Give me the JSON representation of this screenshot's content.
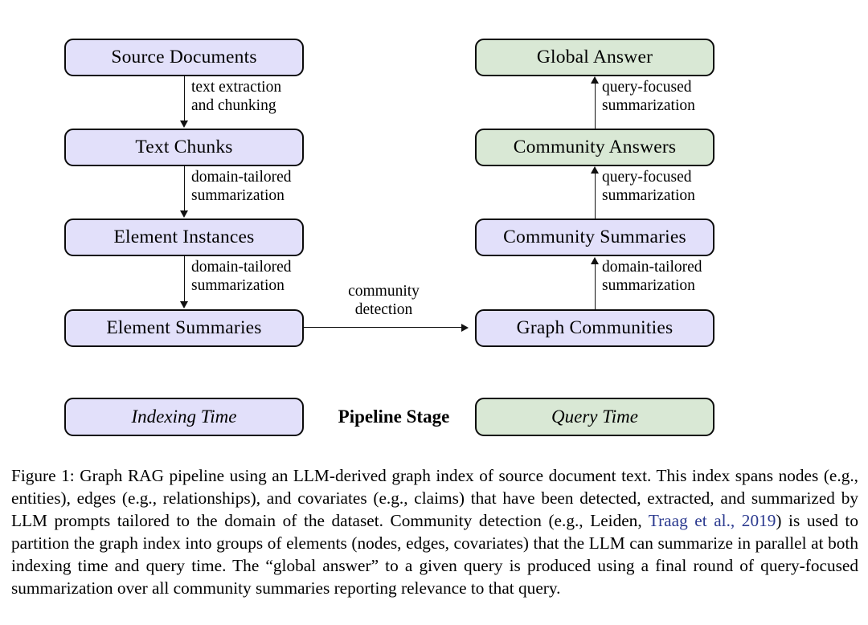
{
  "figure": {
    "indexing_nodes": [
      {
        "id": "source-documents",
        "label": "Source Documents",
        "column": "left",
        "row": 0
      },
      {
        "id": "text-chunks",
        "label": "Text Chunks",
        "column": "left",
        "row": 1
      },
      {
        "id": "element-instances",
        "label": "Element Instances",
        "column": "left",
        "row": 2
      },
      {
        "id": "element-summaries",
        "label": "Element Summaries",
        "column": "left",
        "row": 3
      },
      {
        "id": "community-summaries",
        "label": "Community Summaries",
        "column": "right",
        "row": 2
      },
      {
        "id": "graph-communities",
        "label": "Graph Communities",
        "column": "right",
        "row": 3
      }
    ],
    "query_nodes": [
      {
        "id": "global-answer",
        "label": "Global Answer",
        "column": "right",
        "row": 0
      },
      {
        "id": "community-answers",
        "label": "Community Answers",
        "column": "right",
        "row": 1
      }
    ],
    "edges": [
      {
        "id": "source-to-chunks",
        "from": "source-documents",
        "to": "text-chunks",
        "direction": "down",
        "label_line1": "text extraction",
        "label_line2": "and chunking"
      },
      {
        "id": "chunks-to-instances",
        "from": "text-chunks",
        "to": "element-instances",
        "direction": "down",
        "label_line1": "domain-tailored",
        "label_line2": "summarization"
      },
      {
        "id": "instances-to-summaries",
        "from": "element-instances",
        "to": "element-summaries",
        "direction": "down",
        "label_line1": "domain-tailored",
        "label_line2": "summarization"
      },
      {
        "id": "summaries-to-communities",
        "from": "element-summaries",
        "to": "graph-communities",
        "direction": "right",
        "label_line1": "community",
        "label_line2": "detection"
      },
      {
        "id": "communities-to-community-summaries",
        "from": "graph-communities",
        "to": "community-summaries",
        "direction": "up",
        "label_line1": "domain-tailored",
        "label_line2": "summarization"
      },
      {
        "id": "community-summaries-to-answers",
        "from": "community-summaries",
        "to": "community-answers",
        "direction": "up",
        "label_line1": "query-focused",
        "label_line2": "summarization"
      },
      {
        "id": "community-answers-to-global",
        "from": "community-answers",
        "to": "global-answer",
        "direction": "up",
        "label_line1": "query-focused",
        "label_line2": "summarization"
      }
    ],
    "legend": {
      "indexing_label": "Indexing Time",
      "title": "Pipeline Stage",
      "query_label": "Query Time"
    },
    "colors": {
      "indexing_fill": "#e2e0fa",
      "query_fill": "#d9e8d5",
      "node_border": "#0b0b0b",
      "arrow": "#111111",
      "citation_link": "#2b3a8f"
    }
  },
  "caption": {
    "part1": "Figure 1: Graph RAG pipeline using an LLM-derived graph index of source document text. This index spans nodes (e.g., entities), edges (e.g., relationships), and covariates (e.g., claims) that have been detected, extracted, and summarized by LLM prompts tailored to the domain of the dataset. Community detection (e.g., Leiden, ",
    "citation": "Traag et al., 2019",
    "part2": ") is used to partition the graph index into groups of elements (nodes, edges, covariates) that the LLM can summarize in parallel at both indexing time and query time. The “global answer” to a given query is produced using a final round of query-focused summarization over all community summaries reporting relevance to that query."
  }
}
